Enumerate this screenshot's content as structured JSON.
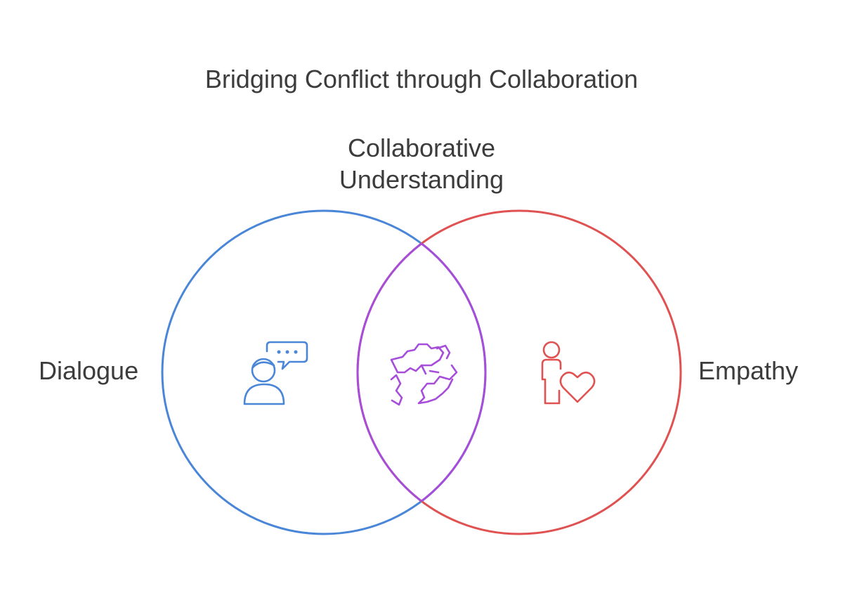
{
  "title": "Bridging Conflict through Collaboration",
  "intersection": {
    "label_line1": "Collaborative",
    "label_line2": "Understanding",
    "icon": "fist-bump-icon",
    "color": "#a64ed9"
  },
  "left_set": {
    "label": "Dialogue",
    "icon": "person-speech-bubble-icon",
    "color": "#4a86d8"
  },
  "right_set": {
    "label": "Empathy",
    "icon": "person-heart-icon",
    "color": "#e05151"
  }
}
